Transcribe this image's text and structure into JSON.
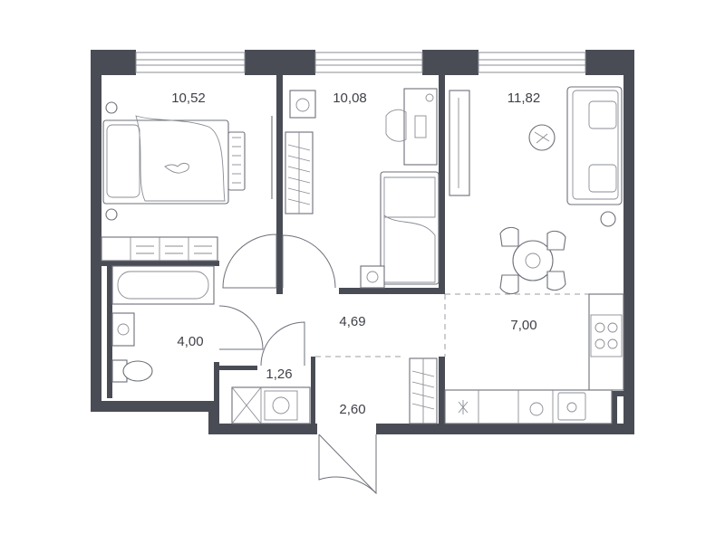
{
  "rooms": [
    {
      "id": "bedroom-1",
      "area": "10,52"
    },
    {
      "id": "bedroom-2",
      "area": "10,08"
    },
    {
      "id": "living-room",
      "area": "11,82"
    },
    {
      "id": "bathroom",
      "area": "4,00"
    },
    {
      "id": "hallway",
      "area": "4,69"
    },
    {
      "id": "kitchen",
      "area": "7,00"
    },
    {
      "id": "laundry",
      "area": "1,26"
    },
    {
      "id": "entrance",
      "area": "2,60"
    }
  ],
  "colors": {
    "wall": "#4a4c55",
    "line": "#6d7079",
    "text": "#3f4148"
  }
}
